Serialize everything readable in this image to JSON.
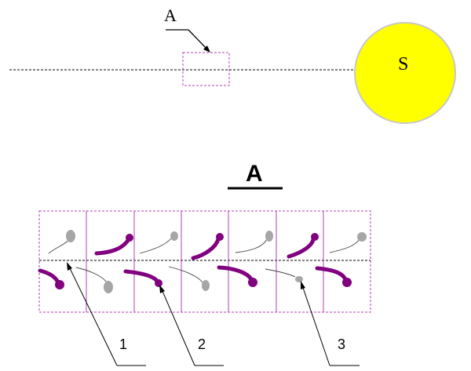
{
  "top": {
    "region_label": "A",
    "sun_label": "S"
  },
  "inset": {
    "title": "A",
    "callouts": [
      "1",
      "2",
      "3"
    ]
  },
  "colors": {
    "sun_fill": "#ffff00",
    "sun_edge": "#c8c8c8",
    "purple": "#800080",
    "gray_head": "#a6a6a6",
    "frame": "#b03fb0"
  }
}
